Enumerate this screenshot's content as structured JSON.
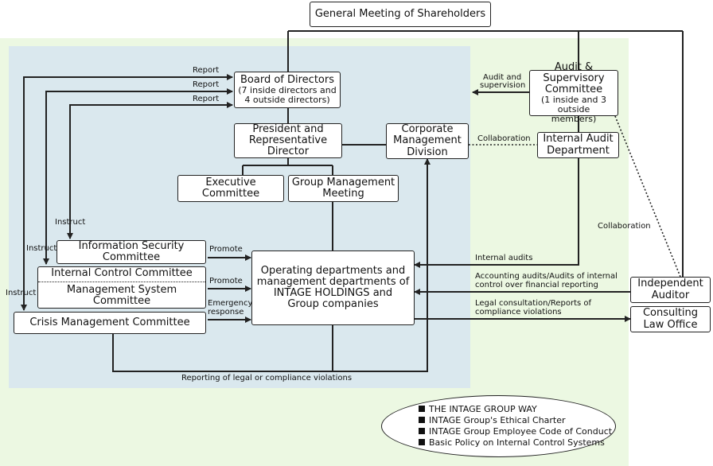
{
  "boxes": {
    "shareholders": "General Meeting of Shareholders",
    "board_title": "Board of Directors",
    "board_sub1": "(7 inside directors and",
    "board_sub2": "4 outside directors)",
    "president_l1": "President and",
    "president_l2": "Representative",
    "president_l3": "Director",
    "corp_l1": "Corporate",
    "corp_l2": "Management",
    "corp_l3": "Division",
    "audit_l1": "Audit & Supervisory",
    "audit_l2": "Committee",
    "audit_l3": "(1 inside and 3 outside",
    "audit_l4": "members)",
    "internal_audit_l1": "Internal Audit",
    "internal_audit_l2": "Department",
    "executive_l1": "Executive",
    "executive_l2": "Committee",
    "group_mgmt_l1": "Group Management",
    "group_mgmt_l2": "Meeting",
    "info_sec_l1": "Information Security",
    "info_sec_l2": "Committee",
    "internal_control": "Internal Control Committee",
    "mgmt_system": "Management System Committee",
    "crisis": "Crisis Management Committee",
    "operating_l1": "Operating departments and",
    "operating_l2": "management departments of",
    "operating_l3": "INTAGE HOLDINGS and",
    "operating_l4": "Group companies",
    "auditor_l1": "Independent",
    "auditor_l2": "Auditor",
    "law_l1": "Consulting",
    "law_l2": "Law Office"
  },
  "labels": {
    "report1": "Report",
    "report2": "Report",
    "report3": "Report",
    "instruct1": "Instruct",
    "instruct2": "Instruct",
    "instruct3": "Instruct",
    "promote1": "Promote",
    "promote2": "Promote",
    "emergency_l1": "Emergency",
    "emergency_l2": "response",
    "audit_supervision_l1": "Audit and",
    "audit_supervision_l2": "supervision",
    "collaboration1": "Collaboration",
    "collaboration2": "Collaboration",
    "internal_audits": "Internal audits",
    "accounting_l1": "Accounting audits/Audits of internal",
    "accounting_l2": "control over financial reporting",
    "legal_l1": "Legal consultation/Reports of",
    "legal_l2": "compliance violations",
    "reporting_violations": "Reporting of legal or compliance violations"
  },
  "policies": [
    "THE INTAGE GROUP WAY",
    "INTAGE Group's Ethical Charter",
    "INTAGE Group Employee Code of Conduct",
    "Basic Policy on Internal Control Systems"
  ],
  "colors": {
    "outer_area": "#ecf8e2",
    "inner_area": "#dae8ee",
    "line": "#222222"
  }
}
